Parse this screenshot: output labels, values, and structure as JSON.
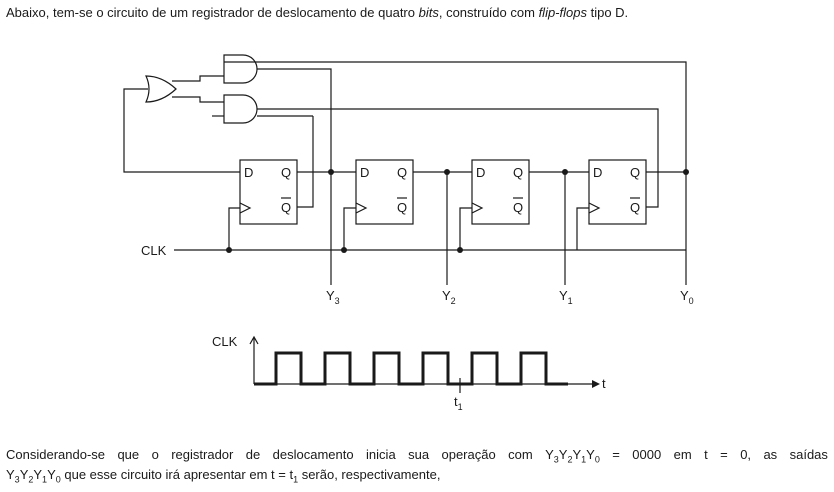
{
  "intro": {
    "p1": "Abaixo, tem-se o circuito de um registrador de deslocamento de quatro ",
    "p2": "bits",
    "p3": ", construído com ",
    "p4": "flip-flops",
    "p5": " tipo D."
  },
  "flipflop": {
    "d": "D",
    "q": "Q",
    "qbar": "Q"
  },
  "clk_label": "CLK",
  "outputs": [
    {
      "base": "Y",
      "sub": "3"
    },
    {
      "base": "Y",
      "sub": "2"
    },
    {
      "base": "Y",
      "sub": "1"
    },
    {
      "base": "Y",
      "sub": "0"
    }
  ],
  "timing": {
    "clk_label": "CLK",
    "t_label": "t",
    "t1": {
      "base": "t",
      "sub": "1"
    },
    "pulses": 6
  },
  "question": {
    "line1_a": "Considerando-se que o registrador de deslocamento inicia sua operação com Y",
    "line1_b": " = 0000 em t = 0, as saídas",
    "line2_a": " que esse circuito irá apresentar em t = t",
    "line2_b": " serão, respectivamente,",
    "subs": [
      "3",
      "2",
      "1",
      "0"
    ]
  }
}
